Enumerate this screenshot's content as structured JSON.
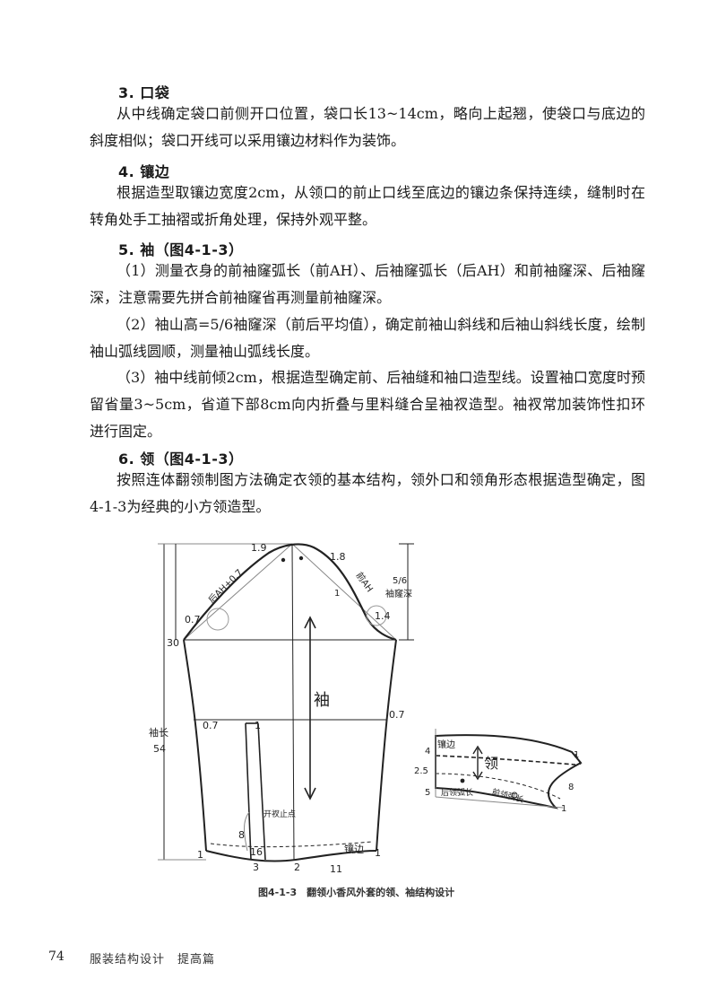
{
  "sections": {
    "pocket": {
      "heading": "3. 口袋",
      "paragraphs": [
        "从中线确定袋口前侧开口位置，袋口长13~14cm，略向上起翘，使袋口与底边的斜度相似；袋口开线可以采用镶边材料作为装饰。"
      ]
    },
    "trim": {
      "heading": "4. 镶边",
      "paragraphs": [
        "根据造型取镶边宽度2cm，从领口的前止口线至底边的镶边条保持连续，缝制时在转角处手工抽褶或折角处理，保持外观平整。"
      ]
    },
    "sleeve": {
      "heading": "5. 袖（图4-1-3）",
      "paragraphs": [
        "（1）测量衣身的前袖窿弧长（前AH）、后袖窿弧长（后AH）和前袖窿深、后袖窿深，注意需要先拼合前袖窿省再测量前袖窿深。",
        "（2）袖山高=5/6袖窿深（前后平均值），确定前袖山斜线和后袖山斜线长度，绘制袖山弧线圆顺，测量袖山弧线长度。",
        "（3）袖中线前倾2cm，根据造型确定前、后袖缝和袖口造型线。设置袖口宽度时预留省量3~5cm，省道下部8cm向内折叠与里料缝合呈袖衩造型。袖衩常加装饰性扣环进行固定。"
      ]
    },
    "collar": {
      "heading": "6. 领（图4-1-3）",
      "paragraphs": [
        "按照连体翻领制图方法确定衣领的基本结构，领外口和领角形态根据造型确定，图4-1-3为经典的小方领造型。"
      ]
    }
  },
  "figure": {
    "caption": "图4-1-3　翻领小香风外套的领、袖结构设计",
    "sleeve_labels": {
      "top_left": "1.9",
      "top_right": "1.8",
      "back_ah": "后AH+0.7",
      "front_ah": "前AH",
      "cap_small_1": "1",
      "height_ratio": "5/6",
      "height_name": "袖窿深",
      "left_07": "0.7",
      "right_14": "1.4",
      "left_30": "30",
      "center_word": "袖",
      "elbow_left_07": "0.7",
      "elbow_1": "1",
      "elbow_right_07": "0.7",
      "length_name": "袖长",
      "length_value": "54",
      "vent_label": "开衩止点",
      "vent_8": "8",
      "trim": "镶边",
      "hem_left_1": "1",
      "hem_16": "16",
      "hem_right_1": "1",
      "hem_3": "3",
      "hem_2": "2",
      "hem_11": "11"
    },
    "collar_labels": {
      "trim": "镶边",
      "collar_word": "领",
      "left_4": "4",
      "left_25": "2.5",
      "left_5": "5",
      "back_neck": "后领弧长",
      "front_neck": "前领弧长",
      "right_1_top": "1",
      "right_8": "8",
      "right_1_bottom": "1"
    }
  },
  "footer": {
    "page_number": "74",
    "book_title": "服装结构设计　提高篇"
  }
}
